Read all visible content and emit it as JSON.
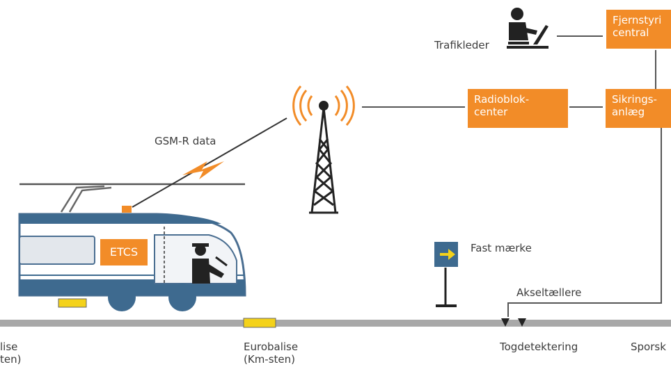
{
  "labels": {
    "trafikleder": "Trafikleder",
    "gsmr": "GSM-R data",
    "fast_maerke": "Fast mærke",
    "akseltaellere": "Akseltællere",
    "balise_left_1": "lise",
    "balise_left_2": "ten)",
    "eurobalise_1": "Eurobalise",
    "eurobalise_2": "(Km-sten)",
    "togdetektering": "Togdetektering",
    "sporsk": "Sporsk"
  },
  "boxes": {
    "fjernstyring": "Fjernstyri\ncentral",
    "radioblok": "Radioblok-\ncenter",
    "sikrings": "Sikrings-\nanlæg",
    "etcs": "ETCS"
  },
  "colors": {
    "accent": "#f28c28",
    "train_blue": "#3e6a8f",
    "track": "#a7a7a7",
    "dark": "#222222"
  }
}
